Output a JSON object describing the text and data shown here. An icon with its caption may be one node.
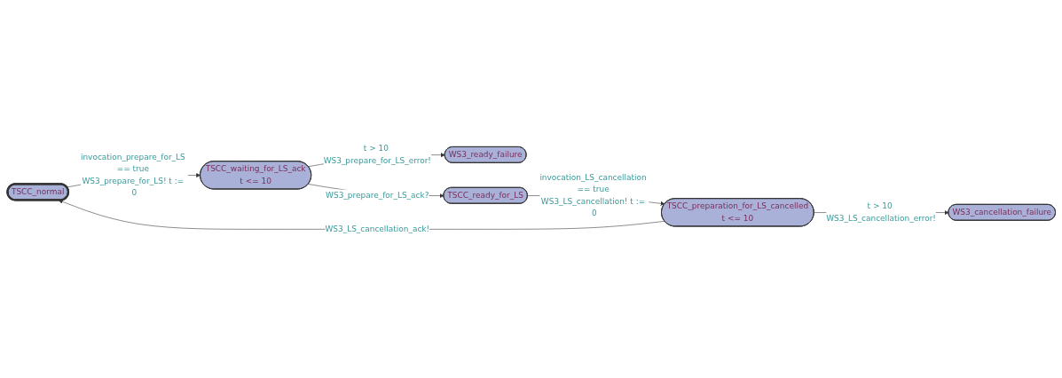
{
  "diagram": {
    "nodes": [
      {
        "text": [
          "TSCC_normal"
        ]
      },
      {
        "text": [
          "TSCC_waiting_for_LS_ack",
          "t <= 10"
        ]
      },
      {
        "text": [
          "WS3_ready_failure"
        ]
      },
      {
        "text": [
          "WS3_cancellation_failure"
        ]
      },
      {
        "text": [
          "TSCC_preparation_for_LS_cancelled",
          "t <= 10"
        ]
      },
      {
        "text": [
          "TSCC_ready_for_LS"
        ]
      }
    ],
    "edges": [
      {
        "from": 0,
        "to": 1,
        "arrow": "to",
        "label": "invocation_prepare_for_LS == true WS3_prepare_for_LS! t := 0"
      },
      {
        "from": 1,
        "to": 2,
        "arrow": "to",
        "label": "t > 10 WS3_prepare_for_LS_error!"
      },
      {
        "from": 1,
        "to": 5,
        "arrow": "to",
        "label": "WS3_prepare_for_LS_ack?"
      },
      {
        "from": 5,
        "to": 4,
        "arrow": "to",
        "label": "invocation_LS_cancellation == true WS3_LS_cancellation! t := 0"
      },
      {
        "from": 4,
        "to": 3,
        "arrow": "to",
        "label": "t > 10 WS3_LS_cancellation_error!"
      },
      {
        "from": 4,
        "to": 0,
        "arrow": "to",
        "label": "WS3_LS_cancellation_ack!"
      }
    ]
  }
}
